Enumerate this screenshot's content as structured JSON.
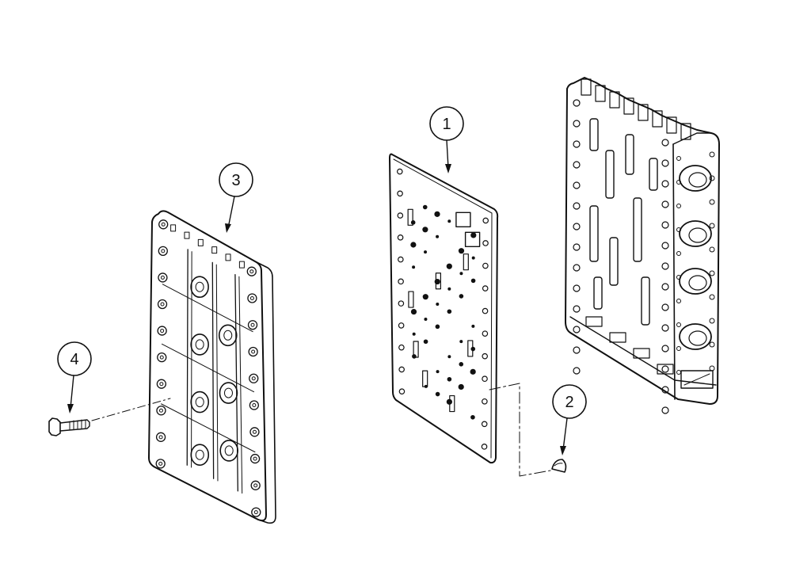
{
  "callouts": {
    "c1": "1",
    "c2": "2",
    "c3": "3",
    "c4": "4"
  },
  "colors": {
    "ink": "#111111",
    "paper": "#ffffff"
  }
}
